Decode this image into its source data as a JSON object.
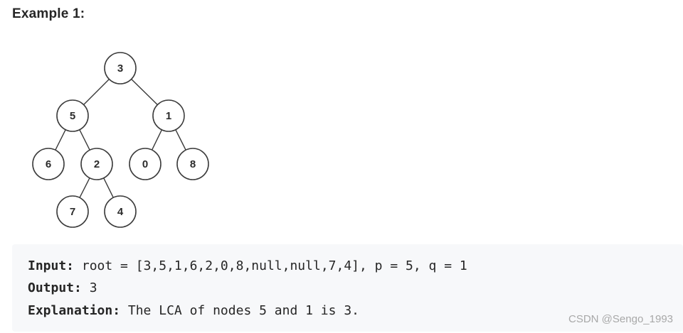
{
  "heading": "Example 1:",
  "tree": {
    "nodes": [
      {
        "id": "n3",
        "label": "3"
      },
      {
        "id": "n5",
        "label": "5"
      },
      {
        "id": "n1",
        "label": "1"
      },
      {
        "id": "n6",
        "label": "6"
      },
      {
        "id": "n2",
        "label": "2"
      },
      {
        "id": "n0",
        "label": "0"
      },
      {
        "id": "n8",
        "label": "8"
      },
      {
        "id": "n7",
        "label": "7"
      },
      {
        "id": "n4",
        "label": "4"
      }
    ],
    "edges": [
      [
        "n3",
        "n5"
      ],
      [
        "n3",
        "n1"
      ],
      [
        "n5",
        "n6"
      ],
      [
        "n5",
        "n2"
      ],
      [
        "n1",
        "n0"
      ],
      [
        "n1",
        "n8"
      ],
      [
        "n2",
        "n7"
      ],
      [
        "n2",
        "n4"
      ]
    ]
  },
  "example": {
    "input_label": "Input:",
    "input_value": " root = [3,5,1,6,2,0,8,null,null,7,4], p = 5, q = 1",
    "output_label": "Output:",
    "output_value": " 3",
    "explanation_label": "Explanation:",
    "explanation_value": " The LCA of nodes 5 and 1 is 3."
  },
  "watermark": "CSDN @Sengo_1993"
}
